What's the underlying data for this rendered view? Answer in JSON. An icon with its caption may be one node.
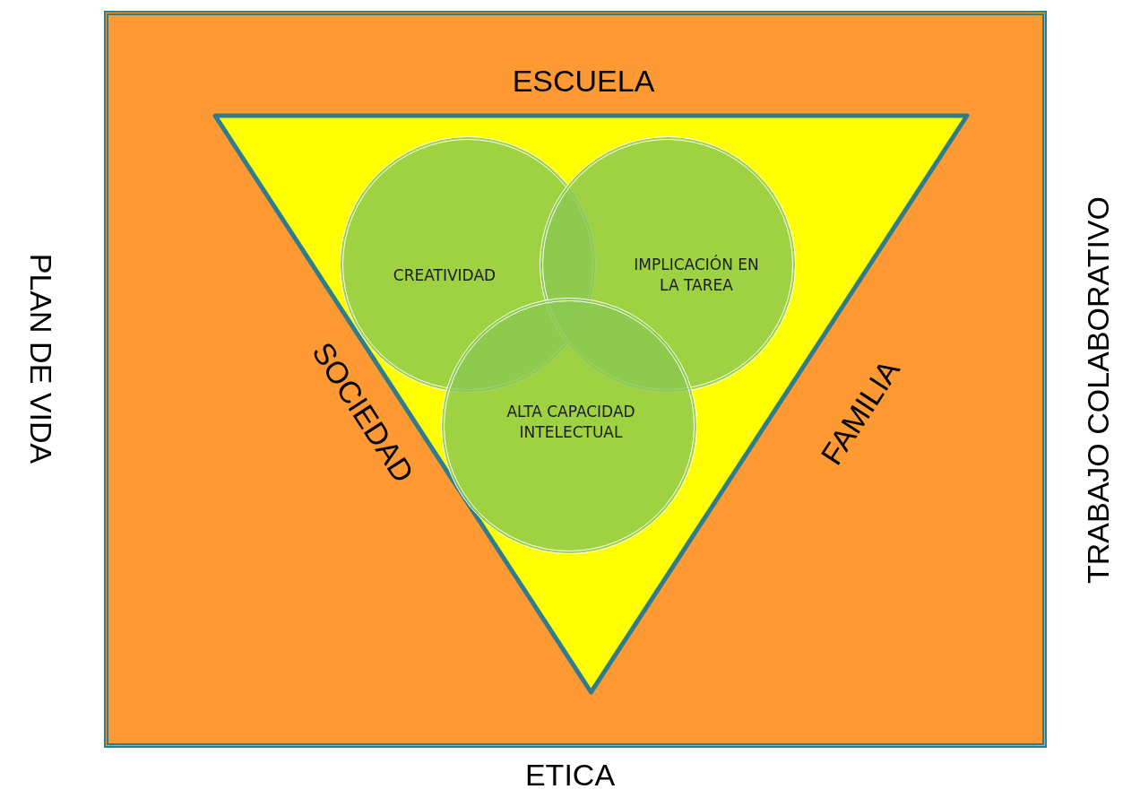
{
  "diagram": {
    "nodes": [
      {
        "text": [],
        "shape": "box"
      },
      {
        "text": [
          "ESCUELA",
          "SOCIEDAD",
          "FAMILIA"
        ],
        "in": 0
      },
      {
        "text": [
          "CREATIVIDAD"
        ],
        "in": 1
      },
      {
        "text": [
          "IMPLICACIÓN EN LA TAREA"
        ],
        "in": 1
      },
      {
        "text": [
          "ALTA CAPACIDAD INTELECTUAL"
        ],
        "in": 1
      }
    ],
    "edges": [],
    "labels": [
      "PLAN DE VIDA",
      "TRABAJO COLABORATIVO",
      "ETICA"
    ]
  }
}
